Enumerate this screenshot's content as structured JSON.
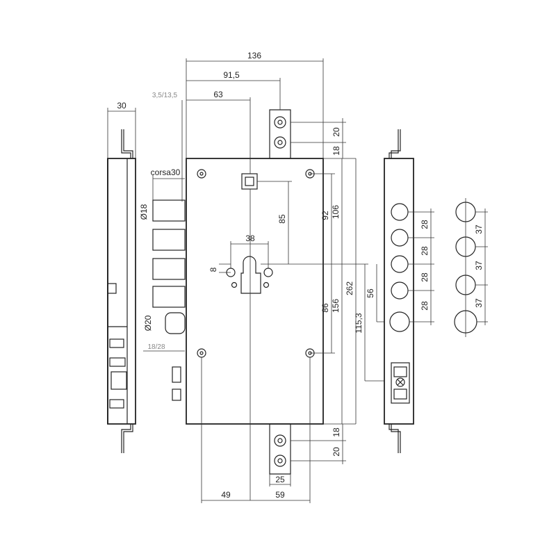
{
  "dimensions": {
    "overall_width": "136",
    "to_plate": "91,5",
    "backset": "63",
    "nib": "3,5/13,5",
    "thickness": "30",
    "stroke": "corsa30",
    "bolt_dia": "Ø18",
    "latch_dia": "Ø20",
    "latch_note": "18/28",
    "hub_to_cyl": "85",
    "cyl_width": "38",
    "cyl_small": "8",
    "h92": "92",
    "h106": "106",
    "h262": "262",
    "h86": "86",
    "h156": "156",
    "h115": "115,3",
    "h56": "56",
    "top_20": "20",
    "top_18": "18",
    "bot_18": "18",
    "bot_20": "20",
    "bot_25": "25",
    "bot_49": "49",
    "bot_59": "59",
    "bolt_pitch": [
      "28",
      "28",
      "28",
      "28"
    ],
    "round_pitch": [
      "37",
      "37",
      "37"
    ]
  }
}
